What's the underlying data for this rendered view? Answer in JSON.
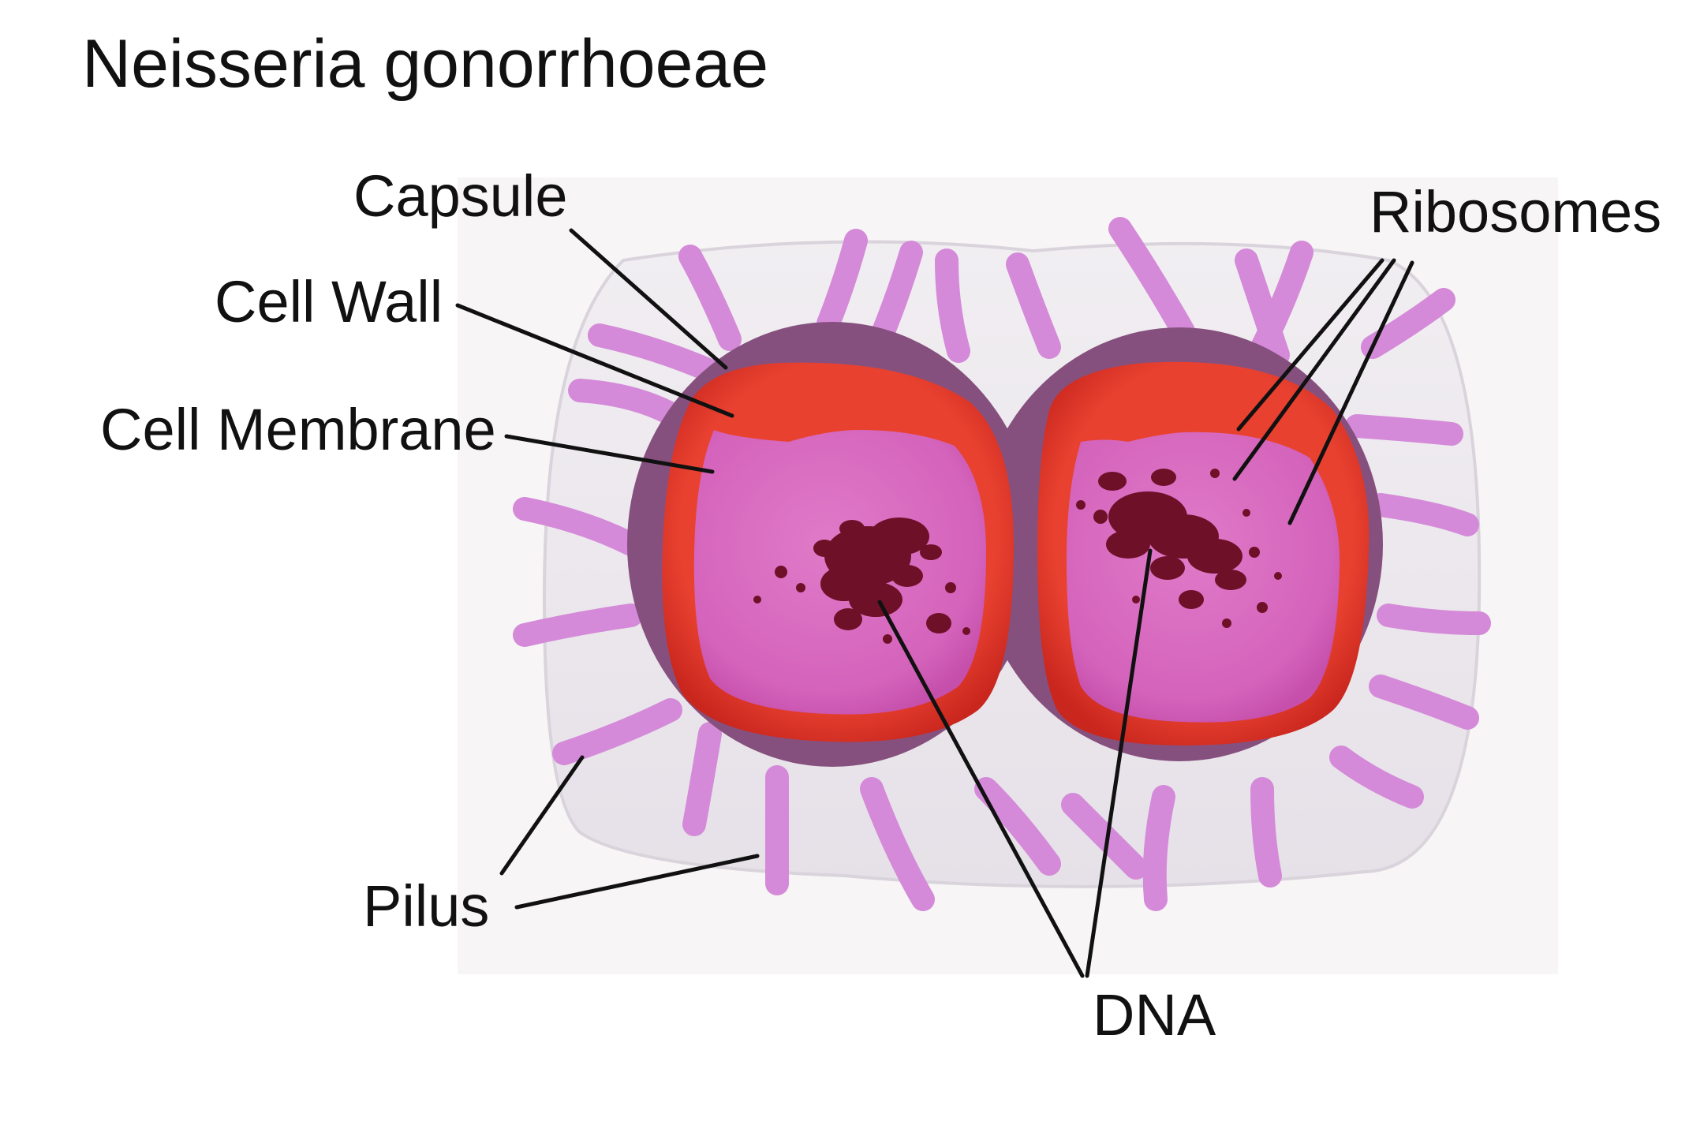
{
  "title": "Neisseria gonorrhoeae",
  "labels": {
    "capsule": "Capsule",
    "cell_wall": "Cell Wall",
    "cell_membrane": "Cell Membrane",
    "ribosomes": "Ribosomes",
    "pilus": "Pilus",
    "dna": "DNA"
  },
  "colors": {
    "background": "#ffffff",
    "photo_backdrop": "#f7f5f5",
    "capsule_fill": "#ece8ee",
    "pilus": "#d48ad8",
    "cell_wall": "#86507e",
    "cell_membrane": "#e23b2d",
    "cytoplasm": "#df72c6",
    "dna": "#6e1028",
    "leader_line": "#111111"
  }
}
